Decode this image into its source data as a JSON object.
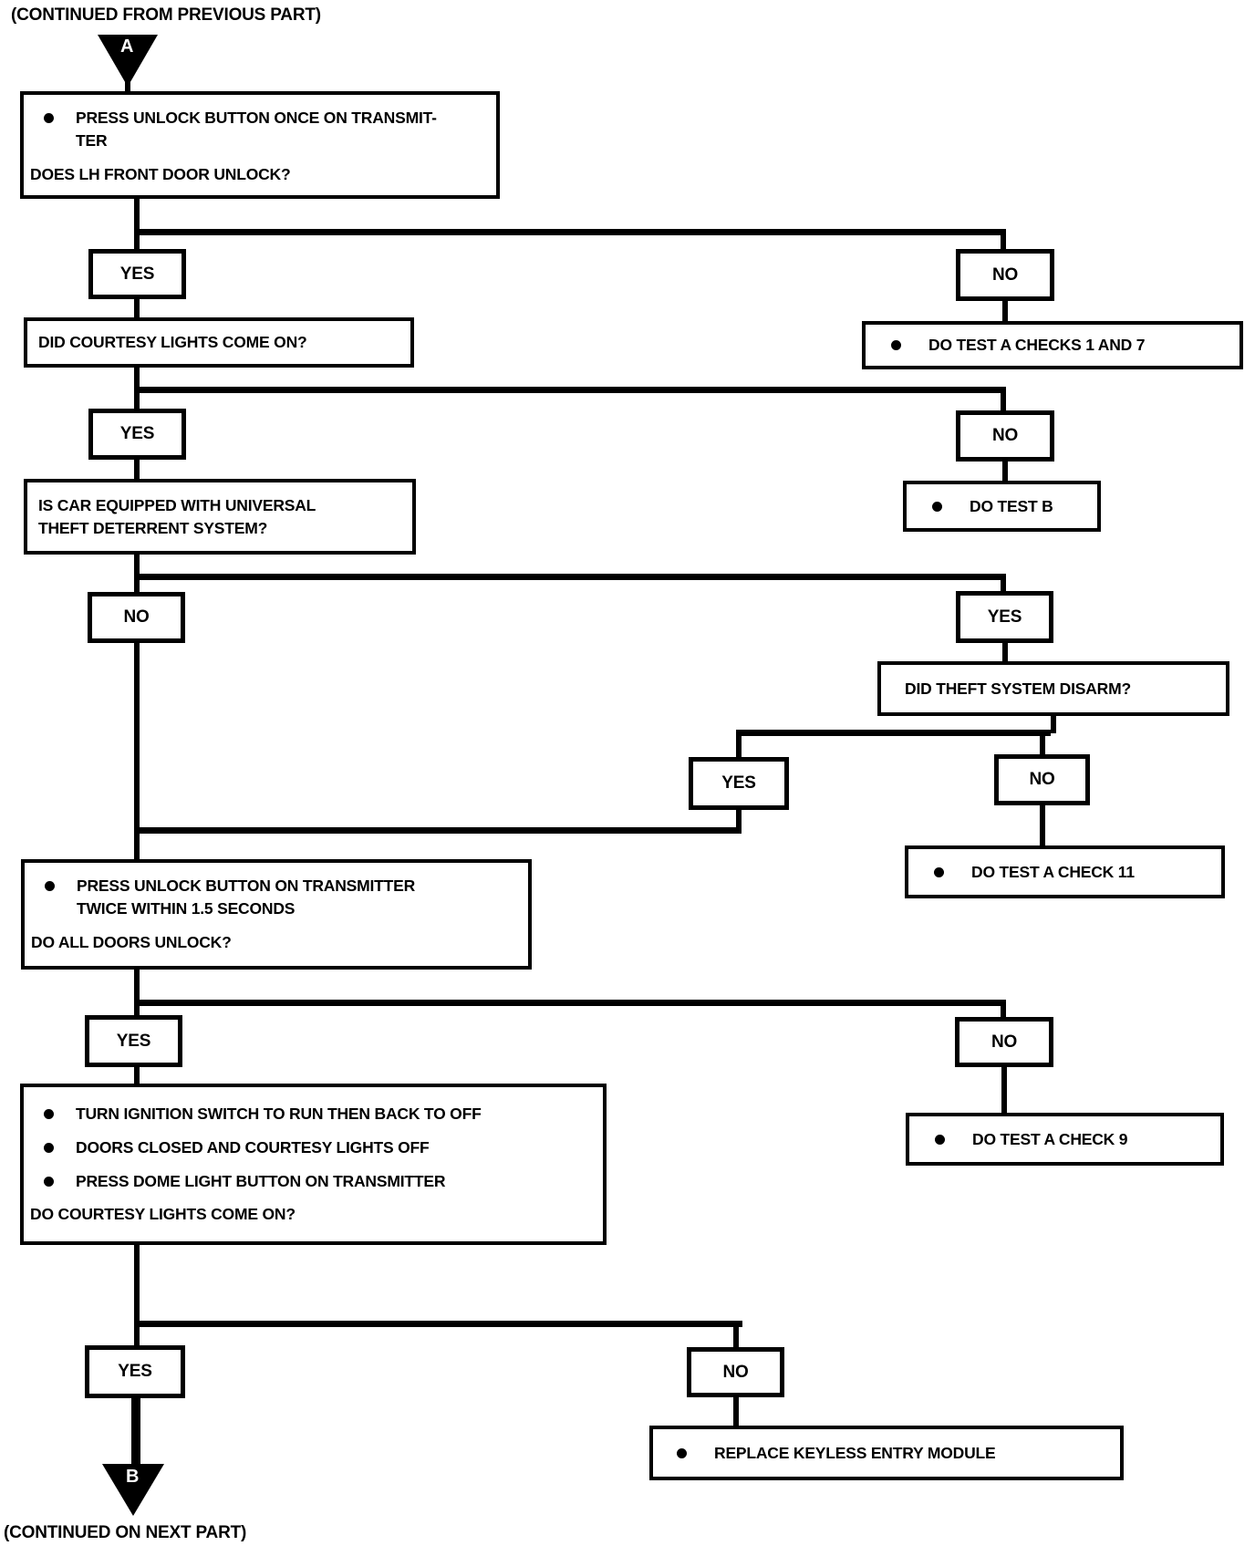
{
  "page": {
    "top_caption": "(CONTINUED FROM PREVIOUS PART)",
    "bottom_caption": "(CONTINUED ON NEXT PART)",
    "colors": {
      "ink": "#000000",
      "paper": "#ffffff"
    }
  },
  "connectors": {
    "entry_label": "A",
    "exit_label": "B"
  },
  "labels": {
    "yes": "YES",
    "no": "NO"
  },
  "nodes": {
    "press_unlock_once": {
      "bullet_line_1": "PRESS UNLOCK BUTTON ONCE ON TRANSMIT-",
      "bullet_line_2": "TER",
      "question": "DOES LH FRONT DOOR UNLOCK?"
    },
    "courtesy_lights_question": {
      "question": "DID COURTESY LIGHTS COME ON?"
    },
    "do_test_a_checks_1_and_7": {
      "action": "DO TEST A CHECKS 1 AND 7"
    },
    "universal_theft_question": {
      "line_1": "IS CAR EQUIPPED WITH UNIVERSAL",
      "line_2": "THEFT DETERRENT SYSTEM?"
    },
    "do_test_b": {
      "action": "DO TEST B"
    },
    "theft_disarm_question": {
      "question": "DID THEFT SYSTEM DISARM?"
    },
    "do_test_a_check_11": {
      "action": "DO TEST A CHECK 11"
    },
    "press_unlock_twice": {
      "bullet_line_1": "PRESS UNLOCK BUTTON ON TRANSMITTER",
      "bullet_line_2": "TWICE WITHIN 1.5 SECONDS",
      "question": "DO ALL DOORS UNLOCK?"
    },
    "do_test_a_check_9": {
      "action": "DO TEST A CHECK 9"
    },
    "ignition_dome_light": {
      "bullet_1": "TURN IGNITION SWITCH TO RUN THEN BACK TO OFF",
      "bullet_2": "DOORS CLOSED AND COURTESY LIGHTS OFF",
      "bullet_3": "PRESS DOME LIGHT BUTTON ON TRANSMITTER",
      "question": "DO COURTESY LIGHTS COME ON?"
    },
    "replace_keyless_entry_module": {
      "action": "REPLACE KEYLESS ENTRY MODULE"
    }
  }
}
